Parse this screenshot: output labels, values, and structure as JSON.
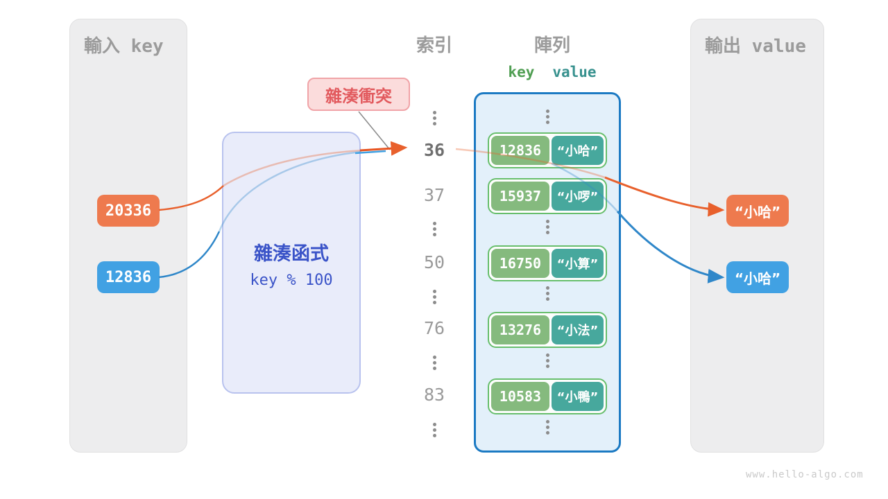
{
  "page": {
    "watermark": "www.hello-algo.com"
  },
  "colors": {
    "orange_box": "#EE7A4E",
    "blue_box": "#41A1E3",
    "orange_line": "#E8602C",
    "blue_line": "#2F87C9",
    "green_key_box": "#85BA7E",
    "teal_value_box": "#47A89D",
    "pair_border": "#67BE6C",
    "array_border": "#1C7AC3",
    "array_bg": "#E3F0FA",
    "hash_bg": "#E9ECFA",
    "hash_text": "#3A53C8",
    "badge_bg": "#FBDCDC",
    "badge_text": "#E25A5E",
    "panel_bg": "#EDEDEE",
    "gray_text": "#9B9B9B"
  },
  "input_panel": {
    "title": "輸入 key",
    "keys": [
      {
        "value": "20336",
        "color": "orange"
      },
      {
        "value": "12836",
        "color": "blue"
      }
    ]
  },
  "hash_function": {
    "title": "雜湊函式",
    "formula": "key % 100"
  },
  "collision_badge": {
    "label": "雜湊衝突"
  },
  "index_column": {
    "title": "索引",
    "items": [
      {
        "type": "dots"
      },
      {
        "type": "value",
        "label": "36",
        "highlight": true
      },
      {
        "type": "value",
        "label": "37",
        "highlight": false
      },
      {
        "type": "dots"
      },
      {
        "type": "value",
        "label": "50",
        "highlight": false
      },
      {
        "type": "dots"
      },
      {
        "type": "value",
        "label": "76",
        "highlight": false
      },
      {
        "type": "dots"
      },
      {
        "type": "value",
        "label": "83",
        "highlight": false
      },
      {
        "type": "dots"
      }
    ]
  },
  "array_panel": {
    "title": "陣列",
    "key_header": "key",
    "value_header": "value",
    "rows": [
      {
        "type": "dots"
      },
      {
        "type": "pair",
        "key": "12836",
        "value": "“小哈”"
      },
      {
        "type": "pair",
        "key": "15937",
        "value": "“小啰”"
      },
      {
        "type": "dots"
      },
      {
        "type": "pair",
        "key": "16750",
        "value": "“小算”"
      },
      {
        "type": "dots"
      },
      {
        "type": "pair",
        "key": "13276",
        "value": "“小法”"
      },
      {
        "type": "dots"
      },
      {
        "type": "pair",
        "key": "10583",
        "value": "“小鴨”"
      },
      {
        "type": "dots"
      }
    ]
  },
  "output_panel": {
    "title": "輸出 value",
    "values": [
      {
        "label": "“小哈”",
        "color": "orange"
      },
      {
        "label": "“小哈”",
        "color": "blue"
      }
    ]
  }
}
